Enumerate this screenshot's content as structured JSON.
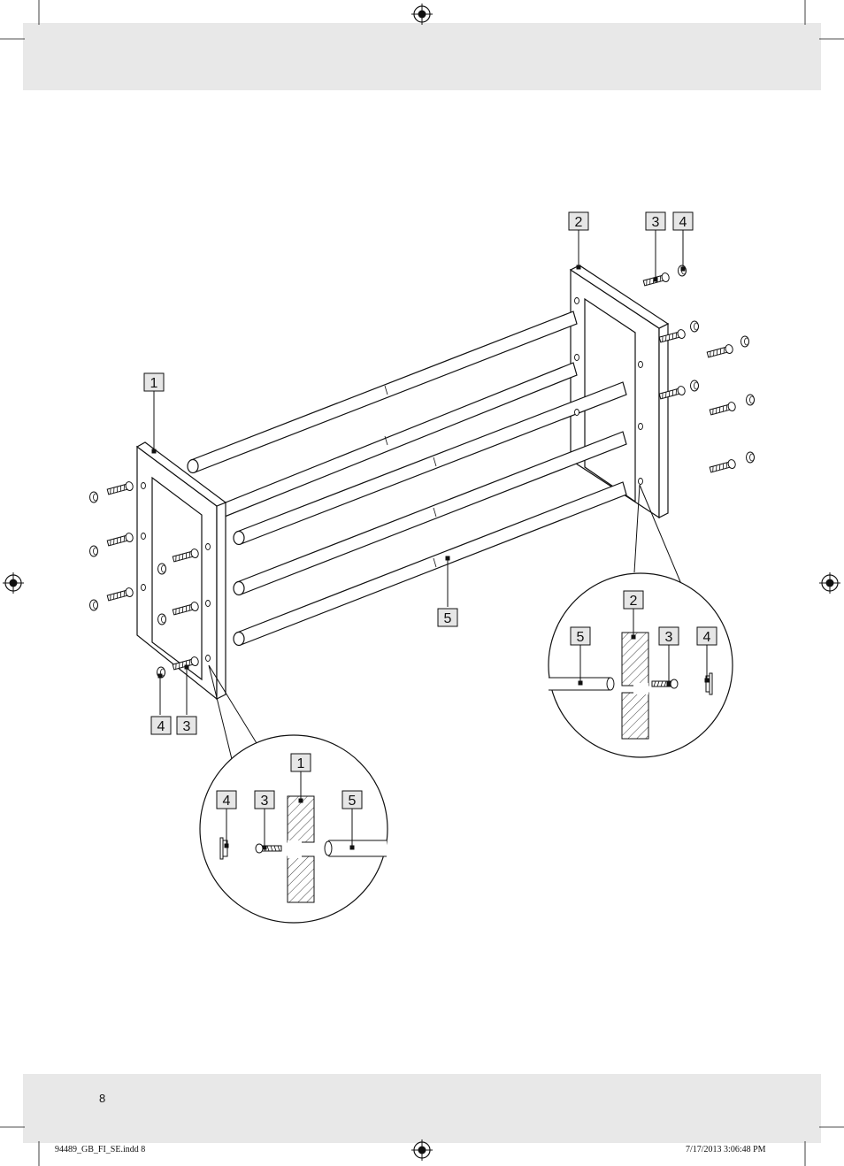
{
  "page": {
    "number": "8",
    "slug_left": "94489_GB_FI_SE.indd   8",
    "slug_right": "7/17/2013   3:06:48 PM"
  },
  "labels": {
    "frame_right": "2",
    "screw_top": "3",
    "cap_top": "4",
    "frame_left": "1",
    "rod": "5",
    "cap_bottom": "4",
    "screw_bottom": "3",
    "detail_right_frame": "2",
    "detail_right_rod": "5",
    "detail_right_screw": "3",
    "detail_right_cap": "4",
    "detail_left_frame": "1",
    "detail_left_cap": "4",
    "detail_left_screw": "3",
    "detail_left_rod": "5"
  },
  "colors": {
    "ink": "#111111",
    "band": "#e8e8e8",
    "label_fill": "#e6e6e6"
  },
  "icons": {
    "registration": "registration-mark-icon"
  }
}
